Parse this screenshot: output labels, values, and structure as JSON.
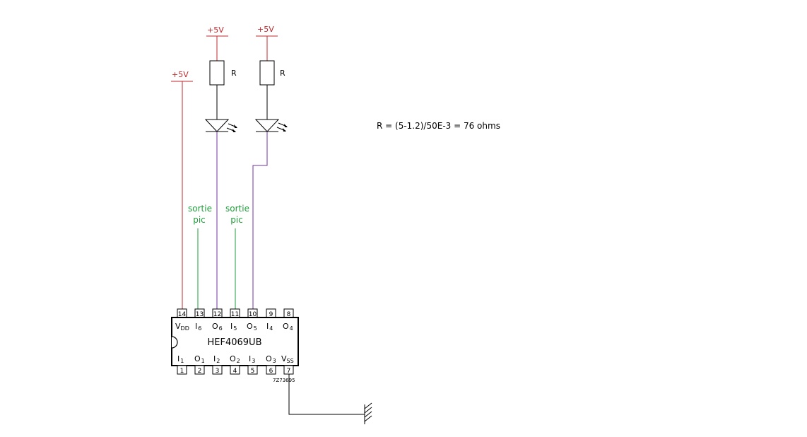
{
  "colors": {
    "power": "#c0282d",
    "signal_out": "#7030a0",
    "signal_in": "#1f9e3a",
    "ground": "#000000",
    "component": "#000000"
  },
  "supply": {
    "label_1": "+5V",
    "label_2": "+5V",
    "label_3": "+5V"
  },
  "resistors": {
    "r1": "R",
    "r2": "R"
  },
  "formula": "R = (5-1.2)/50E-3 = 76 ohms",
  "inputs": {
    "left": {
      "line1": "sortie",
      "line2": "pic"
    },
    "right": {
      "line1": "sortie",
      "line2": "pic"
    }
  },
  "chip": {
    "name": "HEF4069UB",
    "code": "7Z73695",
    "top_pins": [
      "14",
      "13",
      "12",
      "11",
      "10",
      "9",
      "8"
    ],
    "bottom_pins": [
      "1",
      "2",
      "3",
      "4",
      "5",
      "6",
      "7"
    ],
    "top_names": [
      {
        "main": "V",
        "sub": "DD"
      },
      {
        "main": "I",
        "sub": "6"
      },
      {
        "main": "O",
        "sub": "6"
      },
      {
        "main": "I",
        "sub": "5"
      },
      {
        "main": "O",
        "sub": "5"
      },
      {
        "main": "I",
        "sub": "4"
      },
      {
        "main": "O",
        "sub": "4"
      }
    ],
    "bottom_names": [
      {
        "main": "I",
        "sub": "1"
      },
      {
        "main": "O",
        "sub": "1"
      },
      {
        "main": "I",
        "sub": "2"
      },
      {
        "main": "O",
        "sub": "2"
      },
      {
        "main": "I",
        "sub": "3"
      },
      {
        "main": "O",
        "sub": "3"
      },
      {
        "main": "V",
        "sub": "SS"
      }
    ]
  }
}
